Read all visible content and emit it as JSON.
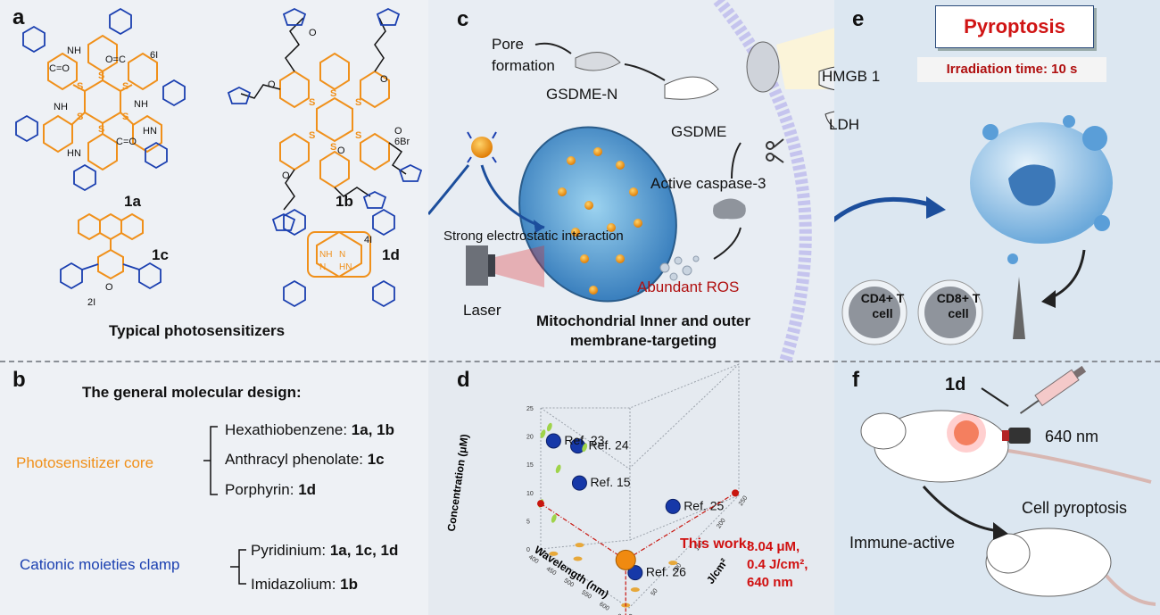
{
  "panels": {
    "a": "a",
    "b": "b",
    "c": "c",
    "d": "d",
    "e": "e",
    "f": "f"
  },
  "panel_a": {
    "compounds": [
      "1a",
      "1b",
      "1c",
      "1d"
    ],
    "counterions": {
      "1a": "6I",
      "1b": "6Br",
      "1c": "2I",
      "1d": "4I"
    },
    "caption": "Typical photosensitizers"
  },
  "panel_b": {
    "title": "The general molecular design:",
    "core_label": "Photosensitizer core",
    "core_items": [
      {
        "name": "Hexathiobenzene: ",
        "refs": "1a, 1b"
      },
      {
        "name": "Anthracyl phenolate: ",
        "refs": "1c"
      },
      {
        "name": "Porphyrin: ",
        "refs": "1d"
      }
    ],
    "clamp_label": "Cationic moieties clamp",
    "clamp_items": [
      {
        "name": "Pyridinium: ",
        "refs": "1a, 1c, 1d"
      },
      {
        "name": "Imidazolium: ",
        "refs": "1b"
      }
    ]
  },
  "panel_c": {
    "pore_formation": "Pore formation",
    "gsdme_n": "GSDME-N",
    "gsdme": "GSDME",
    "active_caspase": "Active caspase-3",
    "electrostatic": "Strong electrostatic interaction",
    "abundant_ros": "Abundant ROS",
    "laser": "Laser",
    "targeting": "Mitochondrial Inner and outer membrane-targeting",
    "hmgb1": "HMGB 1",
    "ldh": "LDH"
  },
  "panel_d": {
    "annotation_title": "This work:",
    "annotation_values": [
      "8.04 μM,",
      "0.4 J/cm²,",
      "640 nm"
    ]
  },
  "panel_e": {
    "title": "Pyroptosis",
    "irradiation": "Irradiation time: 10 s",
    "cd4": "CD4+ T cell",
    "cd8": "CD8+ T cell"
  },
  "panel_f": {
    "compound": "1d",
    "wavelength": "640 nm",
    "cell_pyroptosis": "Cell pyroptosis",
    "immune_active": "Immune-active"
  },
  "chart_data": {
    "type": "scatter",
    "xlabel": "Wavelength (nm)",
    "ylabel": "Concentration (μM)",
    "zlabel": "J/cm²",
    "x_ticks": [
      "400",
      "450",
      "500",
      "550",
      "600",
      "650"
    ],
    "y_ticks": [
      "0",
      "5",
      "10",
      "15",
      "20",
      "25"
    ],
    "z_ticks": [
      "0",
      "50",
      "100",
      "150",
      "200",
      "250"
    ],
    "points": [
      {
        "label": "Ref. 24",
        "x": 480,
        "y": 20,
        "z": 20
      },
      {
        "label": "Ref. 23",
        "x": 430,
        "y": 20,
        "z": 5
      },
      {
        "label": "Ref. 15",
        "x": 460,
        "y": 11,
        "z": 40
      },
      {
        "label": "Ref. 25",
        "x": 650,
        "y": 10,
        "z": 100
      },
      {
        "label": "Ref. 26",
        "x": 630,
        "y": 3,
        "z": 30
      },
      {
        "label": "This work",
        "x": 640,
        "y": 8.04,
        "z": 0.4
      }
    ],
    "colors": {
      "ref": "#1638a8",
      "this_work": "#f08a10",
      "projection": "#c8160f"
    }
  }
}
